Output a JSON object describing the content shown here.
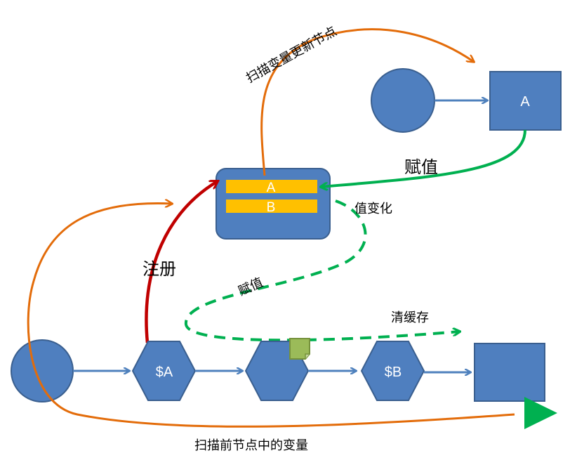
{
  "labels": {
    "scan_update": "扫描变量更新节点",
    "assign_top": "赋值",
    "value_change": "值变化",
    "register": "注册",
    "assign_mid": "赋值",
    "clear_cache": "清缓存",
    "scan_prev": "扫描前节点中的变量"
  },
  "nodes": {
    "top_square": "A",
    "bar_a": "A",
    "bar_b": "B",
    "hex_a": "$A",
    "hex_b": "$B"
  },
  "colors": {
    "shape_fill": "#4f7fbf",
    "shape_stroke": "#3a5f8f",
    "flow_blue": "#4f81bd",
    "orange": "#e36c0a",
    "green": "#00b050",
    "red": "#c00000",
    "bar_yellow": "#ffc000",
    "note_green": "#9bbb59"
  }
}
